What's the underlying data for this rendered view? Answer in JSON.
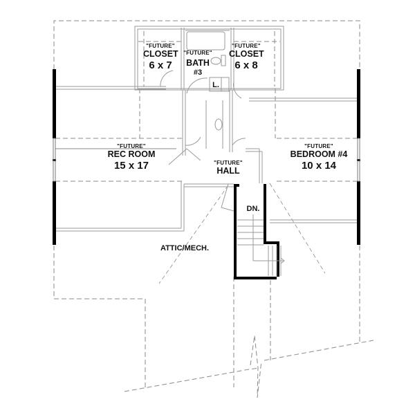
{
  "floor_plan": {
    "rooms": [
      {
        "id": "closet-left",
        "tag": "\"FUTURE\"",
        "name": "CLOSET",
        "size": "6 x 7"
      },
      {
        "id": "bath-3",
        "tag": "\"FUTURE\"",
        "name": "BATH",
        "number": "#3"
      },
      {
        "id": "closet-right",
        "tag": "\"FUTURE\"",
        "name": "CLOSET",
        "size": "6 x 8"
      },
      {
        "id": "rec-room",
        "tag": "\"FUTURE\"",
        "name": "REC ROOM",
        "size": "15 x 17"
      },
      {
        "id": "bedroom-4",
        "tag": "\"FUTURE\"",
        "name": "BEDROOM #4",
        "size": "10 x 14"
      },
      {
        "id": "hall",
        "tag": "\"FUTURE\"",
        "name": "HALL"
      },
      {
        "id": "attic",
        "name": "ATTIC/MECH."
      }
    ],
    "labels": {
      "linen": "L.",
      "stairs_down": "DN."
    },
    "colors": {
      "wall": "#9a9a9a",
      "exterior_wall": "#000000",
      "dashed": "#8a8a8a",
      "text": "#111111"
    }
  }
}
